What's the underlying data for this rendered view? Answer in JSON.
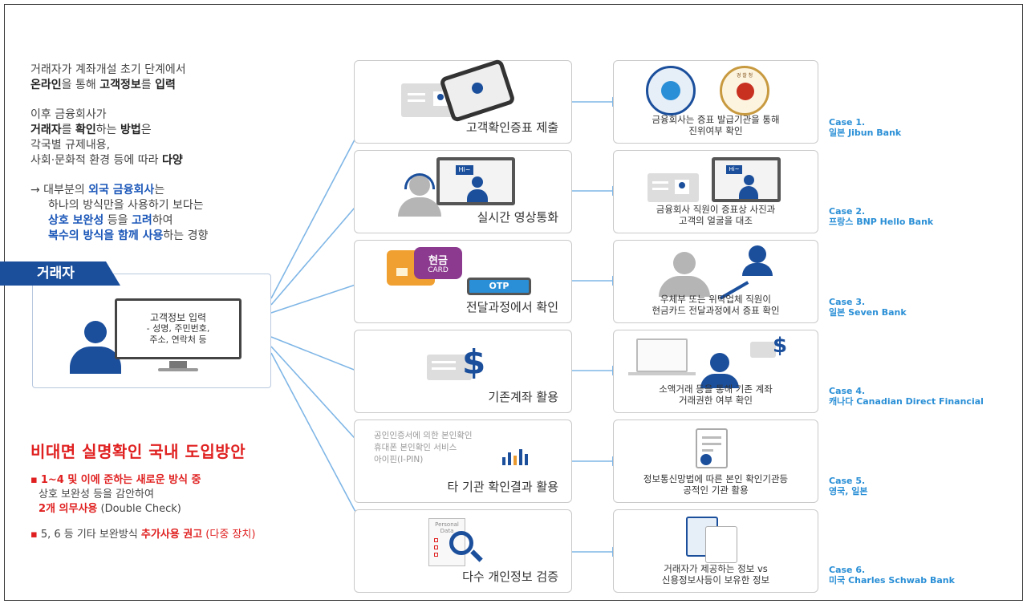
{
  "intro": {
    "p1_line1": "거래자가 계좌개설 초기 단계에서",
    "p1_line2_a": "온라인",
    "p1_line2_b": "을 통해 ",
    "p1_line2_c": "고객정보",
    "p1_line2_d": "를 ",
    "p1_line2_e": "입력",
    "p2_line1": "이후 금융회사가",
    "p2_line2_a": "거래자",
    "p2_line2_b": "를 ",
    "p2_line2_c": "확인",
    "p2_line2_d": "하는 ",
    "p2_line2_e": "방법",
    "p2_line2_f": "은",
    "p2_line3": "각국별 규제내용,",
    "p2_line4_a": "사회·문화적 환경 등에 따라 ",
    "p2_line4_b": "다양",
    "p3_line1_a": "→ 대부분의 ",
    "p3_line1_b": "외국 금융회사",
    "p3_line1_c": "는",
    "p3_line2": "하나의 방식만을 사용하기 보다는",
    "p3_line3_a": "상호 보완성",
    "p3_line3_b": " 등을 ",
    "p3_line3_c": "고려",
    "p3_line3_d": "하여",
    "p3_line4_a": "복수의 방식을 함께 사용",
    "p3_line4_b": "하는 경향"
  },
  "trader": {
    "tab": "거래자",
    "monitor_title": "고객정보 입력",
    "monitor_line1": "- 성명, 주민번호,",
    "monitor_line2": "주소, 연락처 등"
  },
  "plan": {
    "title": "비대면 실명확인 국내 도입방안",
    "bullet": "▪",
    "item1_line1": "1~4 및 이에 준하는 새로운 방식 중",
    "item1_line2": "상호 보완성 등을 감안하여",
    "item1_line3_a": "2개 의무사용",
    "item1_line3_b": " (Double Check)",
    "item2_a": "5, 6 등 기타 보완방식 ",
    "item2_b": "추가사용 권고",
    "item2_c": " (다중 장치)"
  },
  "methods": [
    {
      "label": "고객확인증표 제출"
    },
    {
      "label": "실시간 영상통화",
      "bubble": "Hi~"
    },
    {
      "label": "전달과정에서 확인",
      "card_text1": "현금",
      "card_text2": "CARD",
      "otp": "OTP"
    },
    {
      "label": "기존계좌 활용"
    },
    {
      "label": "타 기관 확인결과 활용",
      "line1": "공인인증서에 의한 본인확인",
      "line2": "휴대폰 본인확인 서비스",
      "line3": "아이핀(I-PIN)"
    },
    {
      "label": "다수 개인정보 검증",
      "doc_line1": "Personal",
      "doc_line2": "Data"
    }
  ],
  "cases": [
    {
      "desc1": "금융회사는 증표 발급기관을 통해",
      "desc2": "진위여부 확인",
      "case_no": "Case 1.",
      "case_name": "일본 Jibun Bank",
      "seal2_text": "경 찰 청"
    },
    {
      "desc1": "금융회사 직원이 증표상 사진과",
      "desc2": "고객의 얼굴을 대조",
      "case_no": "Case 2.",
      "case_name": "프랑스 BNP Hello Bank",
      "bubble": "Hi~"
    },
    {
      "desc1": "우체부 또는 위탁업체 직원이",
      "desc2": "현금카드 전달과정에서 증표 확인",
      "case_no": "Case 3.",
      "case_name": "일본 Seven Bank"
    },
    {
      "desc1": "소액거래 등을 통해 기존 계좌",
      "desc2": "거래권한 여부 확인",
      "case_no": "Case 4.",
      "case_name": "캐나다 Canadian Direct Financial"
    },
    {
      "desc1": "정보통신망법에 따른 본인 확인기관등",
      "desc2": "공적인 기관 활용",
      "case_no": "Case 5.",
      "case_name": "영국, 일본"
    },
    {
      "desc1": "거래자가 제공하는 정보 vs",
      "desc2": "신용정보사등이 보유한 정보",
      "case_no": "Case 6.",
      "case_name": "미국 Charles Schwab Bank"
    }
  ],
  "colors": {
    "navy": "#1b4f9c",
    "accent_red": "#e02020",
    "case_blue": "#2a8fd6",
    "line_blue": "#7fb6e6"
  }
}
